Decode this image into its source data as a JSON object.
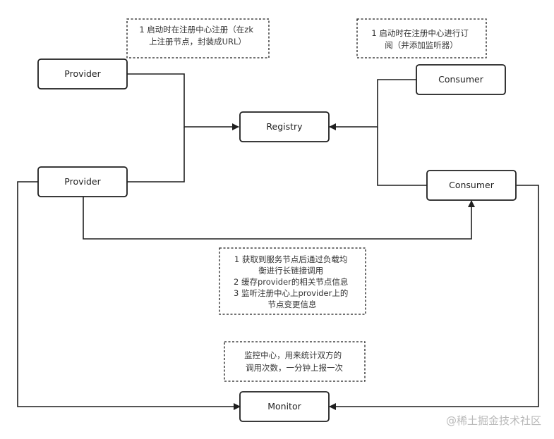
{
  "nodes": {
    "provider_1": "Provider",
    "provider_2": "Provider",
    "registry": "Registry",
    "consumer_1": "Consumer",
    "consumer_2": "Consumer",
    "monitor": "Monitor"
  },
  "notes": {
    "provider_register": [
      "1 启动时在注册中心注册（在zk",
      "上注册节点，封装成URL）"
    ],
    "consumer_subscribe": [
      "1 启动时在注册中心进行订",
      "阅（并添加监听器）"
    ],
    "consumer_invoke": [
      "1 获取到服务节点后通过负载均",
      "衡进行长链接调用",
      "2  缓存provider的相关节点信息",
      "3  监听注册中心上provider上的",
      "节点变更信息"
    ],
    "monitor_desc": [
      "监控中心，用来统计双方的",
      "调用次数，一分钟上报一次"
    ]
  },
  "watermark": "@稀土掘金技术社区"
}
